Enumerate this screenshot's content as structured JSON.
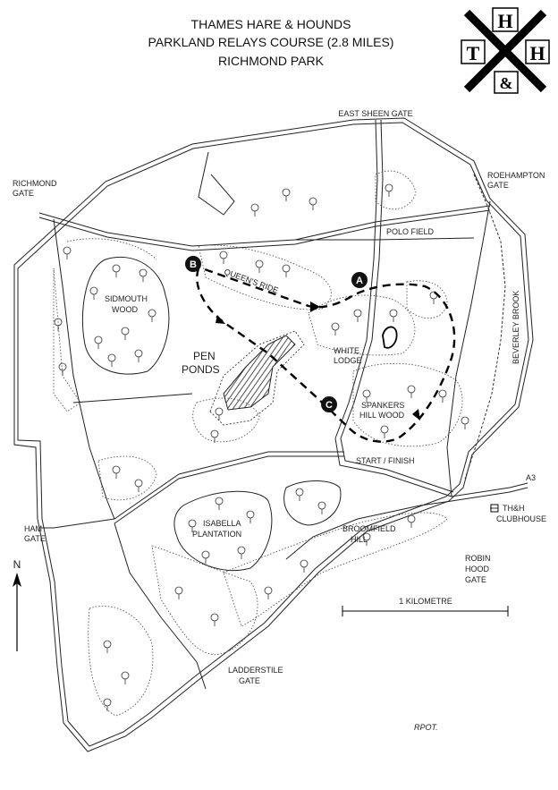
{
  "title": {
    "line1": "THAMES HARE & HOUNDS",
    "line2": "PARKLAND RELAYS COURSE (2.8 MILES)",
    "line3": "RICHMOND PARK"
  },
  "logo": {
    "letters": [
      "H",
      "T",
      "H",
      "&"
    ]
  },
  "labels": {
    "east_sheen_gate": "EAST SHEEN GATE",
    "richmond_gate_1": "RICHMOND",
    "richmond_gate_2": "GATE",
    "roehampton_gate_1": "ROEHAMPTON",
    "roehampton_gate_2": "GATE",
    "polo_field": "POLO FIELD",
    "queens_ride": "QUEEN'S RIDE",
    "sidmouth_wood_1": "SIDMOUTH",
    "sidmouth_wood_2": "WOOD",
    "pen_ponds_1": "PEN",
    "pen_ponds_2": "PONDS",
    "white_lodge_1": "WHITE",
    "white_lodge_2": "LODGE",
    "spankers_1": "SPANKERS",
    "spankers_2": "HILL WOOD",
    "beverley_brook": "BEVERLEY BROOK",
    "start_finish": "START / FINISH",
    "ham_gate_1": "HAM",
    "ham_gate_2": "GATE",
    "isabella_1": "ISABELLA",
    "isabella_2": "PLANTATION",
    "broomfield_1": "BROOMFIELD",
    "broomfield_2": "HILL",
    "clubhouse_1": "TH&H",
    "clubhouse_2": "CLUBHOUSE",
    "robin_hood_1": "ROBIN",
    "robin_hood_2": "HOOD",
    "robin_hood_3": "GATE",
    "ladderstile_1": "LADDERSTILE",
    "ladderstile_2": "GATE",
    "scale": "1 KILOMETRE",
    "north": "N",
    "road_a3": "A3",
    "signature": "RPOT."
  },
  "markers": {
    "a": "A",
    "b": "B",
    "c": "C"
  }
}
